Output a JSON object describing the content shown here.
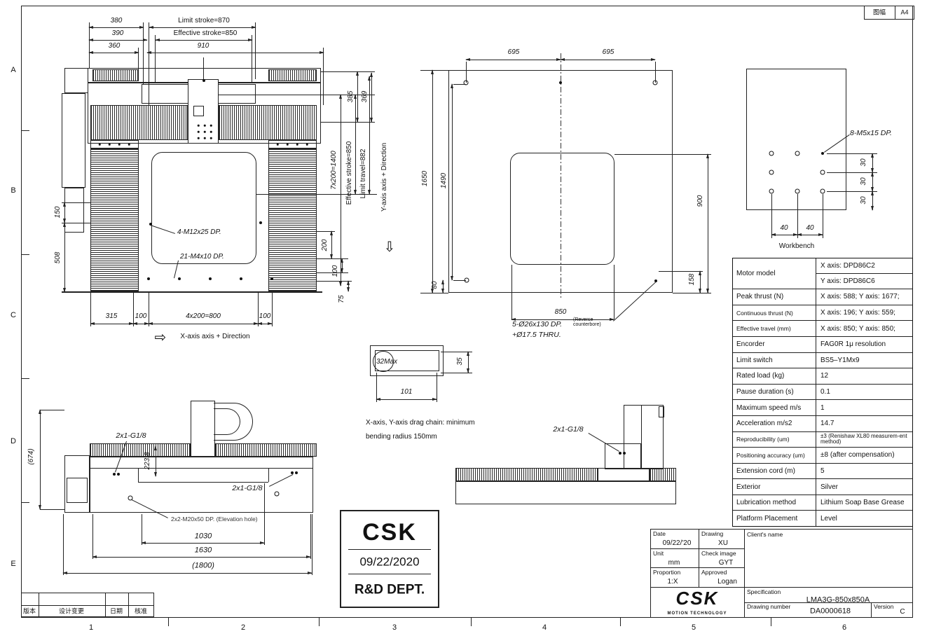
{
  "sheet": {
    "format_label": "图幅",
    "format_value": "A4",
    "zone_letters": [
      "A",
      "B",
      "C",
      "D",
      "E"
    ],
    "zone_numbers": [
      "1",
      "2",
      "3",
      "4",
      "5",
      "6"
    ]
  },
  "gantry_view": {
    "dim_380": "380",
    "limit_stroke": "Limit stroke=870",
    "dim_390": "390",
    "effective_stroke": "Effective stroke=850",
    "dim_360": "360",
    "dim_910": "910",
    "dim_150": "150",
    "dim_508": "508",
    "dim_315": "315",
    "dim_100": "100",
    "dim_4x200": "4x200=800",
    "x_direction": "X-axis axis + Direction",
    "x_direction_arrow": "⇨",
    "y_direction": "Y-axis axis + Direction",
    "y_direction_arrow": "⇩",
    "dim_385": "385",
    "dim_369": "369",
    "dim_7x200": "7x200=1400",
    "effective_stroke_v": "Effective stroke=850",
    "limit_travel": "Limit travel=882",
    "dim_200": "200",
    "dim_100_v": "100",
    "dim_75": "75",
    "callout_m12": "4-M12x25 DP.",
    "callout_m4": "21-M4x10 DP."
  },
  "plate_view": {
    "dim_695": "695",
    "dim_1650": "1650",
    "dim_1490": "1490",
    "dim_80": "80",
    "dim_900": "900",
    "dim_158": "158",
    "dim_850": "850",
    "callout_line1": "5-Ø26x130 DP.",
    "callout_note": "(Reverse counterbore)",
    "callout_line2": "+Ø17.5 THRU."
  },
  "workbench_view": {
    "callout": "8-M5x15 DP.",
    "dim_30": "30",
    "dim_40": "40",
    "label": "Workbench"
  },
  "spec_table": {
    "rows": [
      {
        "label": "Motor model",
        "values": [
          "X axis: DPD86C2",
          "Y axis: DPD86C6"
        ]
      },
      {
        "label": "Peak thrust (N)",
        "values": [
          "X axis: 588; Y axis: 1677;"
        ]
      },
      {
        "label": "Continuous thrust (N)",
        "values": [
          "X axis: 196; Y axis: 559;"
        ]
      },
      {
        "label": "Effective travel (mm)",
        "values": [
          "X axis: 850; Y axis: 850;"
        ]
      },
      {
        "label": "Encorder",
        "values": [
          "FAG0R 1μ resolution"
        ]
      },
      {
        "label": "Limit switch",
        "values": [
          "BS5–Y1Mx9"
        ]
      },
      {
        "label": "Rated load (kg)",
        "values": [
          "12"
        ]
      },
      {
        "label": "Pause duration (s)",
        "values": [
          "0.1"
        ]
      },
      {
        "label": "Maximum speed m/s",
        "values": [
          "1"
        ]
      },
      {
        "label": "Acceleration m/s2",
        "values": [
          "14.7"
        ]
      },
      {
        "label": "Reproducibility (um)",
        "values": [
          "±3 (Renishaw XL80 measurem-ent method)"
        ]
      },
      {
        "label": "Positioning accuracy (um)",
        "values": [
          "±8 (after compensation)"
        ]
      },
      {
        "label": "Extension cord (m)",
        "values": [
          "5"
        ]
      },
      {
        "label": "Exterior",
        "values": [
          "Silver"
        ]
      },
      {
        "label": "Lubrication method",
        "values": [
          "Lithium Soap Base Grease"
        ]
      },
      {
        "label": "Platform Placement",
        "values": [
          "Level"
        ]
      }
    ]
  },
  "elevation_view": {
    "dim_674": "(674)",
    "g18": "2x1-G1/8",
    "dim_223_8": "223.8",
    "callout_m20": "2x2-M20x50 DP. (Elevation hole)",
    "dim_1030": "1030",
    "dim_1630": "1630",
    "dim_1800": "(1800)"
  },
  "chain_detail": {
    "dim_32": "32Max",
    "dim_35": "35",
    "dim_101": "101",
    "note_line1": "X-axis, Y-axis drag chain: minimum",
    "note_line2": "bending radius 150mm"
  },
  "y_view": {
    "g18": "2x1-G1/8"
  },
  "stamp": {
    "logo": "CSK",
    "date": "09/22/2020",
    "dept": "R&D DEPT."
  },
  "title_block": {
    "date_label": "Date",
    "date_value": "09/22/'20",
    "drawing_label": "Drawing",
    "drawing_value": "XU",
    "unit_label": "Unit",
    "unit_value": "mm",
    "check_label": "Check image",
    "check_value": "GYT",
    "proportion_label": "Proportion",
    "proportion_value": "1:X",
    "approved_label": "Approved",
    "approved_value": "Logan",
    "client_label": "Client's name",
    "spec_label": "Specification",
    "spec_value": "LMA3G-850x850A",
    "number_label": "Drawing number",
    "number_value": "DA0000618",
    "version_label": "Version",
    "version_value": "C",
    "logo": "CSK",
    "logo_sub": "MOTION TECHNOLOGY"
  },
  "revision_table": {
    "version": "版本",
    "change": "设计变更",
    "date": "日期",
    "approve": "核准"
  }
}
